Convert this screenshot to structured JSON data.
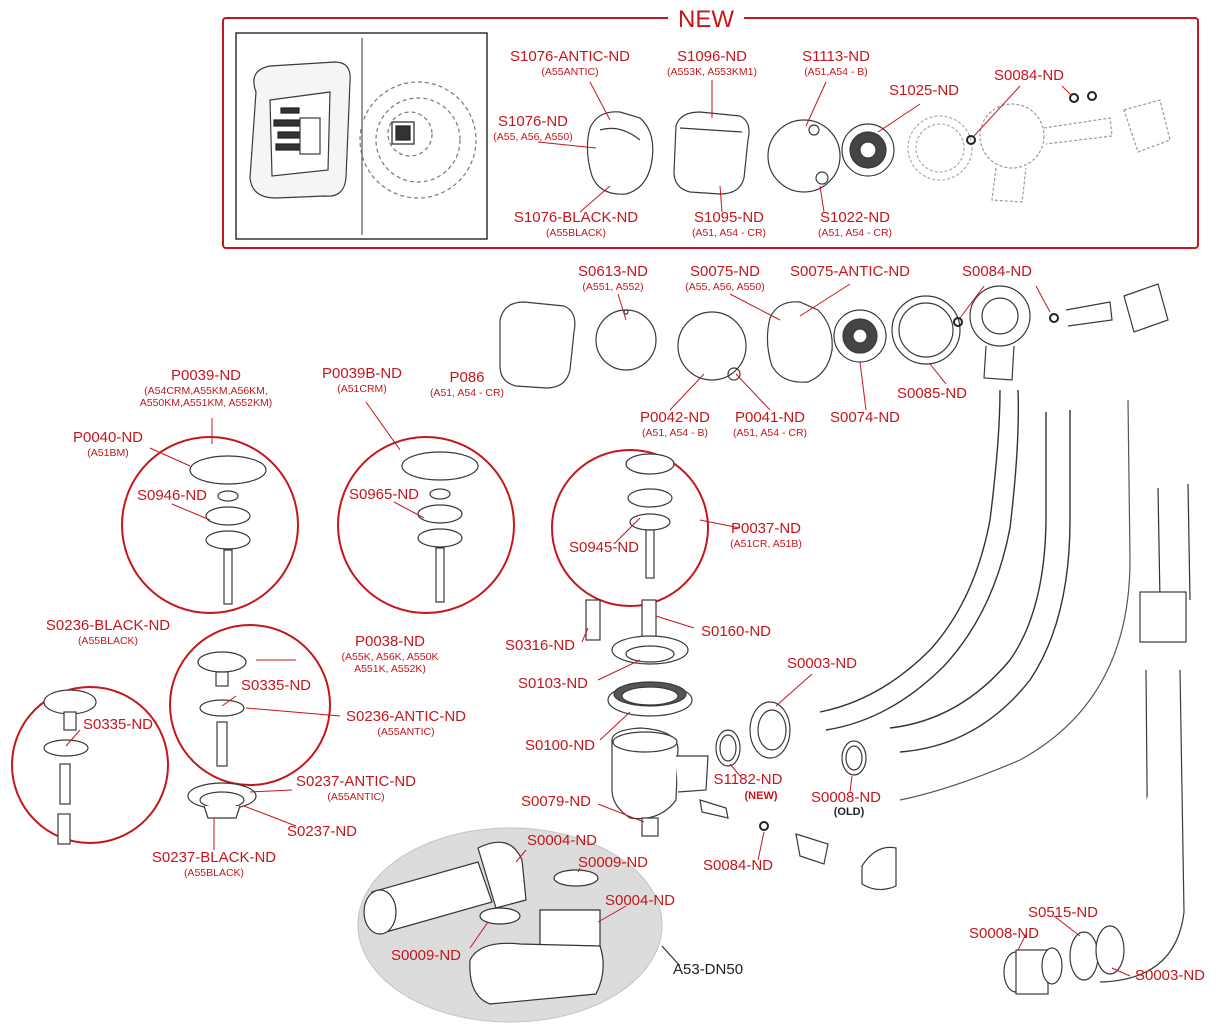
{
  "new_section": {
    "title": "NEW"
  },
  "kit_label": "A53-DN50",
  "tags": {
    "new": "(NEW)",
    "old": "(OLD)"
  },
  "colors": {
    "accent": "#c4161c",
    "line": "#3a3a3a",
    "kit_background": "#dcdcdc"
  },
  "labels": [
    {
      "code": "S1076-ANTIC-ND",
      "sub": "(A55ANTIC)"
    },
    {
      "code": "S1096-ND",
      "sub": "(A553K, A553KM1)"
    },
    {
      "code": "S1113-ND",
      "sub": "(A51,A54 - B)"
    },
    {
      "code": "S1025-ND",
      "sub": ""
    },
    {
      "code": "S0084-ND",
      "sub": ""
    },
    {
      "code": "S1076-ND",
      "sub": "(A55, A56, A550)"
    },
    {
      "code": "S1076-BLACK-ND",
      "sub": "(A55BLACK)"
    },
    {
      "code": "S1095-ND",
      "sub": "(A51, A54 - CR)"
    },
    {
      "code": "S1022-ND",
      "sub": "(A51, A54 - CR)"
    },
    {
      "code": "S0613-ND",
      "sub": "(A551, A552)"
    },
    {
      "code": "S0075-ND",
      "sub": "(A55, A56, A550)"
    },
    {
      "code": "S0075-ANTIC-ND",
      "sub": ""
    },
    {
      "code": "S0084-ND",
      "sub": ""
    },
    {
      "code": "P086",
      "sub": "(A51, A54 - CR)"
    },
    {
      "code": "P0042-ND",
      "sub": "(A51, A54 - B)"
    },
    {
      "code": "P0041-ND",
      "sub": "(A51, A54 - CR)"
    },
    {
      "code": "S0074-ND",
      "sub": ""
    },
    {
      "code": "S0085-ND",
      "sub": ""
    },
    {
      "code": "P0039-ND",
      "sub": "(A54CRM,A55KM,A56KM,\nA550KM,A551KM, A552KM)"
    },
    {
      "code": "P0039B-ND",
      "sub": "(A51CRM)"
    },
    {
      "code": "P0040-ND",
      "sub": "(A51BM)"
    },
    {
      "code": "S0946-ND",
      "sub": ""
    },
    {
      "code": "S0965-ND",
      "sub": ""
    },
    {
      "code": "S0945-ND",
      "sub": ""
    },
    {
      "code": "P0037-ND",
      "sub": "(A51CR, A51B)"
    },
    {
      "code": "S0236-BLACK-ND",
      "sub": "(A55BLACK)"
    },
    {
      "code": "P0038-ND",
      "sub": "(A55K, A56K, A550K\nA551K, A552K)"
    },
    {
      "code": "S0335-ND",
      "sub": ""
    },
    {
      "code": "S0335-ND",
      "sub": ""
    },
    {
      "code": "S0236-ANTIC-ND",
      "sub": "(A55ANTIC)"
    },
    {
      "code": "S0237-ANTIC-ND",
      "sub": "(A55ANTIC)"
    },
    {
      "code": "S0237-ND",
      "sub": ""
    },
    {
      "code": "S0237-BLACK-ND",
      "sub": "(A55BLACK)"
    },
    {
      "code": "S0316-ND",
      "sub": ""
    },
    {
      "code": "S0160-ND",
      "sub": ""
    },
    {
      "code": "S0103-ND",
      "sub": ""
    },
    {
      "code": "S0003-ND",
      "sub": ""
    },
    {
      "code": "S0100-ND",
      "sub": ""
    },
    {
      "code": "S1182-ND",
      "sub": ""
    },
    {
      "code": "S0008-ND",
      "sub": ""
    },
    {
      "code": "S0079-ND",
      "sub": ""
    },
    {
      "code": "S0084-ND",
      "sub": ""
    },
    {
      "code": "S0004-ND",
      "sub": ""
    },
    {
      "code": "S0009-ND",
      "sub": ""
    },
    {
      "code": "S0004-ND",
      "sub": ""
    },
    {
      "code": "S0009-ND",
      "sub": ""
    },
    {
      "code": "S0515-ND",
      "sub": ""
    },
    {
      "code": "S0008-ND",
      "sub": ""
    },
    {
      "code": "S0003-ND",
      "sub": ""
    }
  ]
}
